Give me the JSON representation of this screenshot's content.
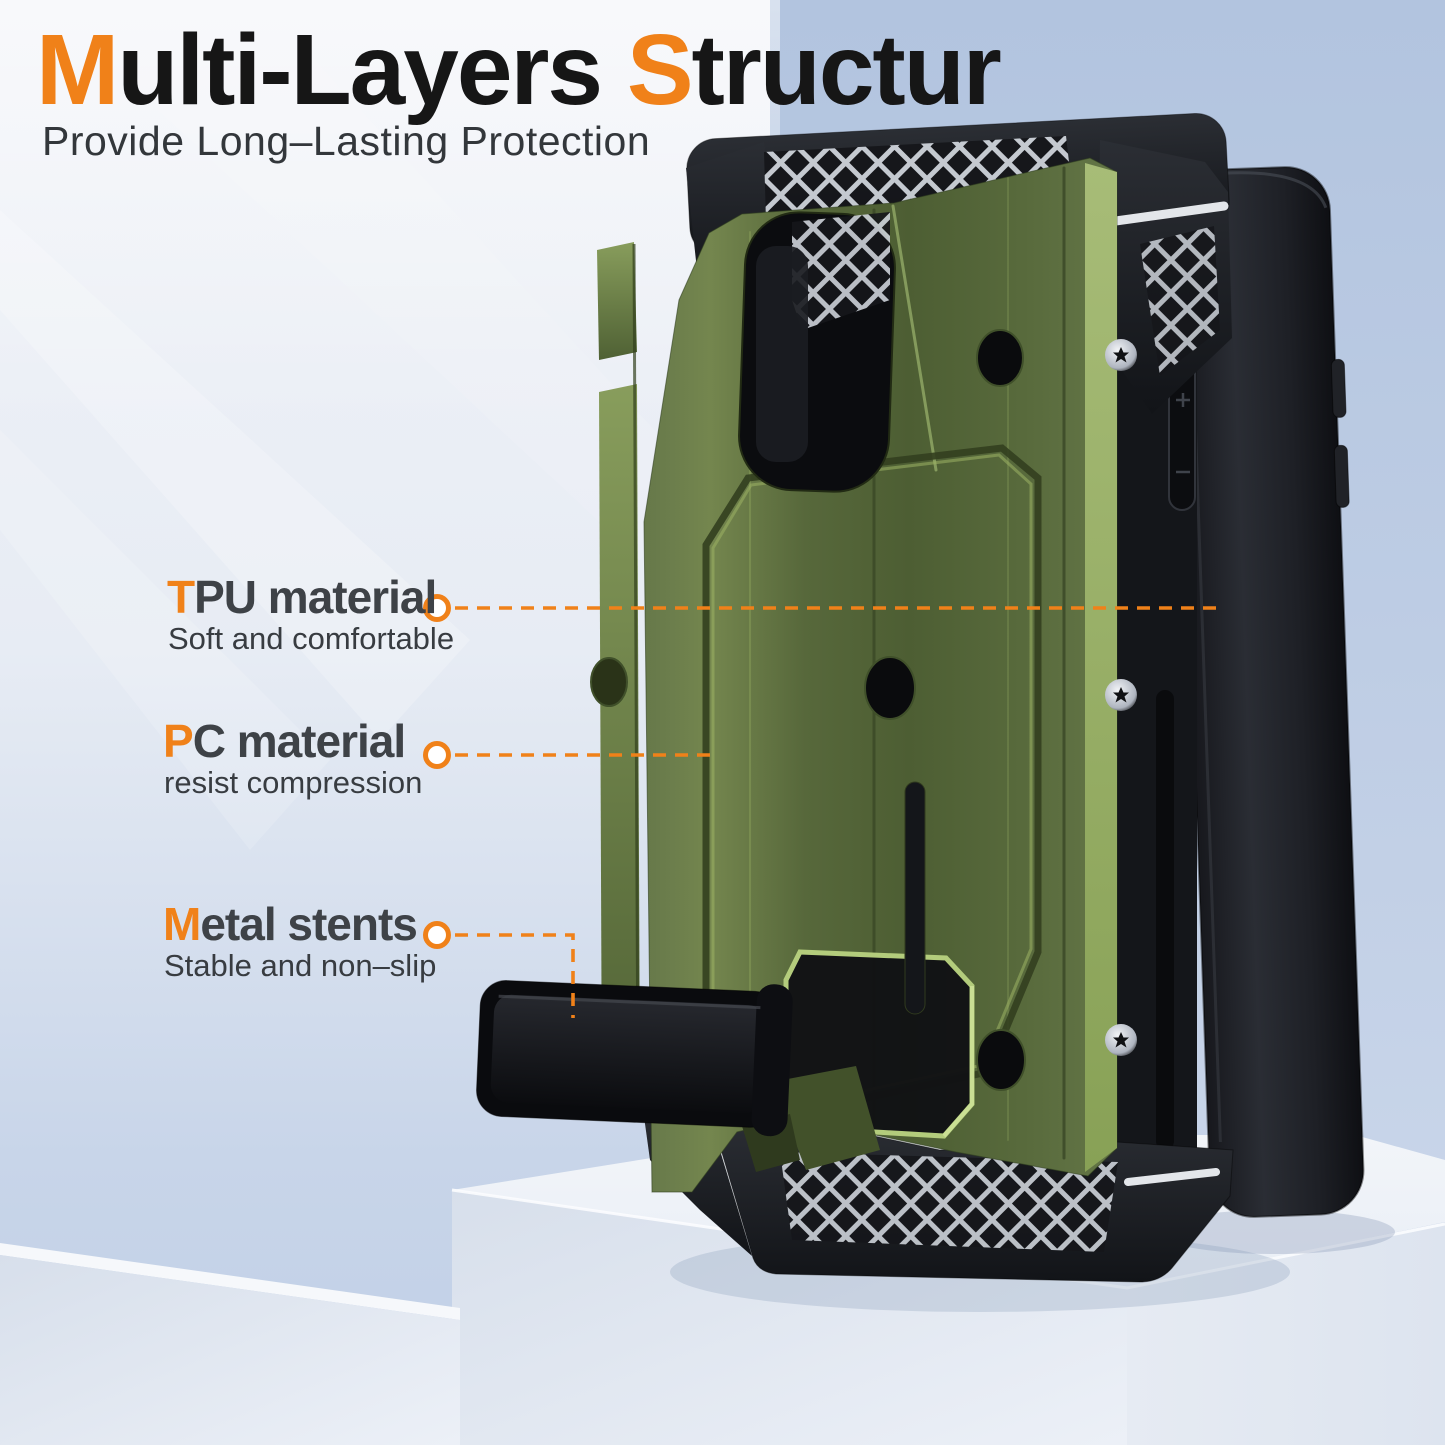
{
  "header": {
    "title": {
      "initial_1": "M",
      "segment_1": "ulti-Layers ",
      "initial_2": "S",
      "segment_2": "tructur"
    },
    "subtitle": "Provide Long–Lasting Protection"
  },
  "callouts": [
    {
      "initial": "T",
      "label_rest": "PU material",
      "description": "Soft and comfortable"
    },
    {
      "initial": "P",
      "label_rest": "C material",
      "description": "resist compression"
    },
    {
      "initial": "M",
      "label_rest": "etal stents",
      "description": "Stable and non–slip"
    }
  ],
  "colors": {
    "accent_orange": "#F08119",
    "title_black": "#161616",
    "text_gray": "#3B3F44",
    "case_green": "#55673A",
    "case_green_light": "#93AA67",
    "bumper_black": "#15171B",
    "phone_black": "#1B1D22",
    "background_blue": "#C3D2E8",
    "podium_white": "#EFF2F8",
    "mesh_silver": "#C9CED6"
  }
}
